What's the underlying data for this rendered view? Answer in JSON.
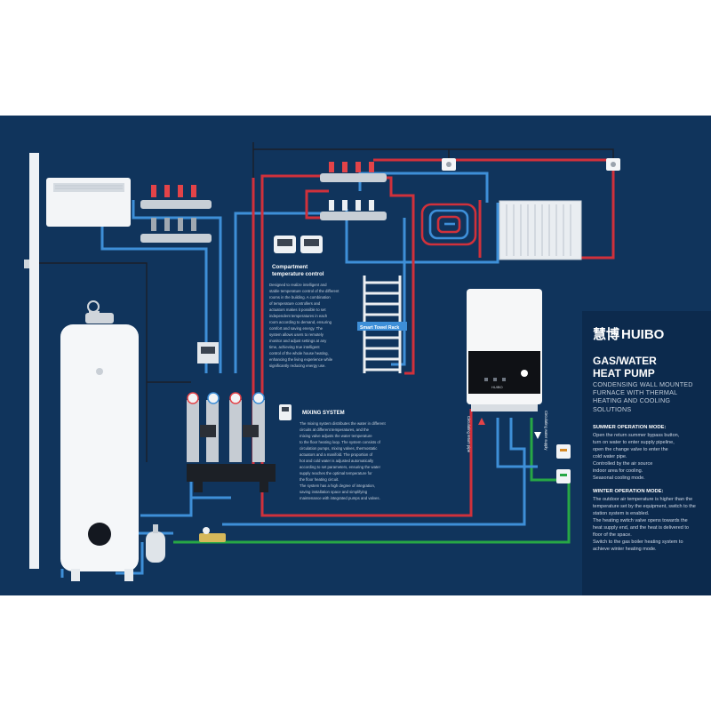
{
  "colors": {
    "background": "#10345c",
    "side_panel": "#0c2a4d",
    "hot_pipe": "#d0313b",
    "cold_pipe": "#3e8fd8",
    "ground_pipe": "#27a745",
    "signal_wire": "#1b1f2a",
    "accent_text": "#ffffff"
  },
  "brand": {
    "logo_chinese": "慧博",
    "logo_latin": "HUIBO"
  },
  "product": {
    "title_line1": "GAS/WATER",
    "title_line2": "HEAT PUMP",
    "subtitle": "CONDENSING WALL MOUNTED FURNACE WITH THERMAL HEATING AND COOLING SOLUTIONS"
  },
  "summer": {
    "heading": "SUMMER OPERATION MODE:",
    "lines": [
      "Open the return summer bypass button,",
      "turn on water to enter supply pipeline,",
      "open the change valve to enter the",
      "cold water pipe.",
      "Controlled by the air source",
      "indoor area for cooling.",
      "Seasonal cooling mode."
    ]
  },
  "winter": {
    "heading": "WINTER OPERATION MODE:",
    "lines": [
      "The outdoor air temperature is higher than the",
      "temperature set by the equipment, switch to the",
      "station system is enabled.",
      "The heating switch valve opens towards the",
      "heat supply end, and the heat is delivered to",
      "floor of the space.",
      "Switch to the gas boiler heating system to",
      "achieve winter heating mode."
    ]
  },
  "labels": {
    "compartment_title_1": "Compartment",
    "compartment_title_2": "temperature control",
    "compartment_body": [
      "Designed to realize intelligent and",
      "stable temperature control of the different",
      "rooms in the building. A combination",
      "of temperature controllers and",
      "actuators makes it possible to set",
      "independent temperatures in each",
      "room according to demand, ensuring",
      "comfort and saving energy. The",
      "system allows users to remotely",
      "monitor and adjust settings at any",
      "time, achieving true intelligent",
      "control of the whole house heating,",
      "enhancing the living experience while",
      "significantly reducing energy use."
    ],
    "towel_rack": "Smart Towel Rack",
    "mixing_title": "MIXING SYSTEM",
    "mixing_body": [
      "The mixing system distributes the water in different",
      "circuits at different temperatures, and the",
      "mixing valve adjusts the water temperature",
      "to the floor heating loop. The system consists of",
      "circulation pumps, mixing valves, thermostatic",
      "actuators and a manifold. The proportion of",
      "hot and cold water is adjusted automatically",
      "according to set parameters, ensuring the water",
      "supply reaches the optimal temperature for",
      "the floor heating circuit.",
      "The system has a high degree of integration,",
      "saving installation space and simplifying",
      "maintenance with integrated pumps and valves."
    ],
    "boiler_brand": "HUIBO",
    "return_pipe": "Circulating return pipe",
    "supply_pipe": "Circulating water supply"
  }
}
